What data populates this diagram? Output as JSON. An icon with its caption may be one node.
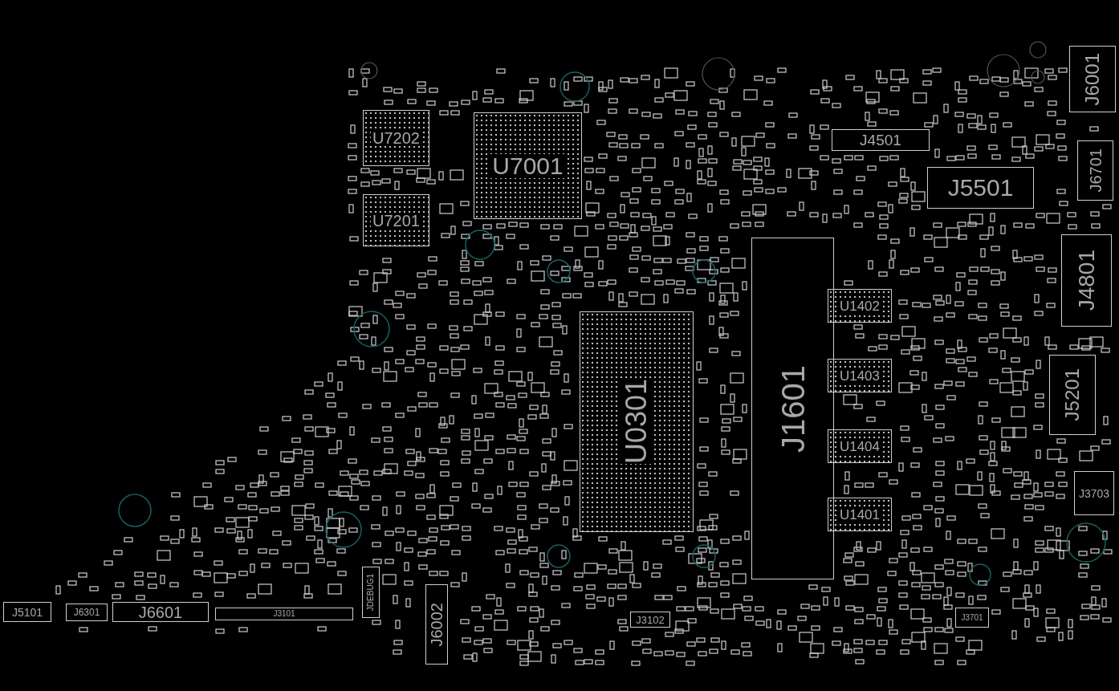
{
  "diagram": {
    "nodes": [
      {
        "text": [
          "U7202"
        ]
      },
      {
        "text": [
          "U7001"
        ]
      },
      {
        "text": [
          "U7201"
        ]
      },
      {
        "text": [
          "J4501"
        ]
      },
      {
        "text": [
          "J5501"
        ]
      },
      {
        "text": [
          "J6001"
        ]
      },
      {
        "text": [
          "J6701"
        ]
      },
      {
        "text": [
          "J4801"
        ]
      },
      {
        "text": [
          "U1402"
        ]
      },
      {
        "text": [
          "J1601"
        ]
      },
      {
        "text": [
          "U0301"
        ]
      },
      {
        "text": [
          "U1403"
        ]
      },
      {
        "text": [
          "J5201"
        ]
      },
      {
        "text": [
          "U1404"
        ]
      },
      {
        "text": [
          "U1401"
        ]
      },
      {
        "text": [
          "J3703"
        ]
      },
      {
        "text": [
          "J5101"
        ]
      },
      {
        "text": [
          "J6301"
        ]
      },
      {
        "text": [
          "J6601"
        ]
      },
      {
        "text": [
          "J3101"
        ]
      },
      {
        "text": [
          "JDEBUG1"
        ]
      },
      {
        "text": [
          "J6002"
        ]
      },
      {
        "text": [
          "J3102"
        ]
      },
      {
        "text": [
          "J3701"
        ]
      }
    ]
  }
}
